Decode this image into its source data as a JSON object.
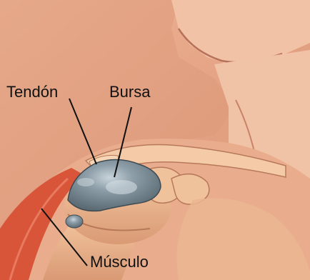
{
  "labels": {
    "tendon": "Tendón",
    "bursa": "Bursa",
    "musculo": "Músculo"
  },
  "colors": {
    "background_skin": "#e8a98a",
    "bone": "#e9b48f",
    "bursa": "#7d8e98",
    "muscle": "#d8553a",
    "line": "#111111"
  }
}
